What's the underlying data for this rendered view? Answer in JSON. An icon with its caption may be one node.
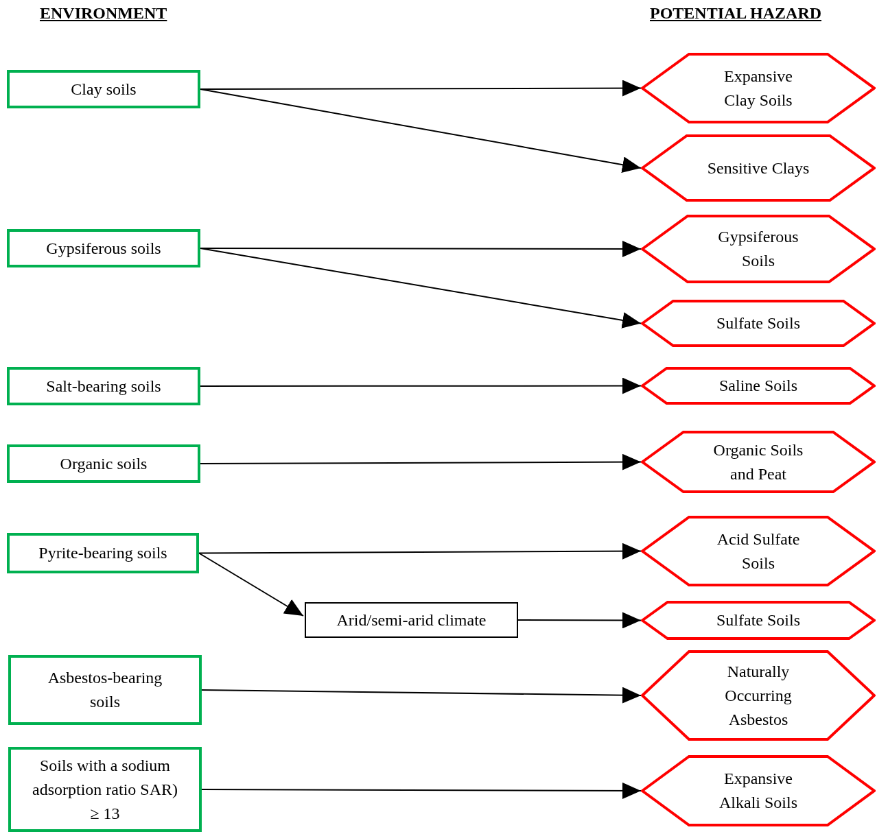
{
  "diagram": {
    "nodes": [
      {
        "text": [
          "Clay soils"
        ]
      },
      {
        "text": [
          "Gypsiferous soils"
        ]
      },
      {
        "text": [
          "Salt-bearing soils"
        ]
      },
      {
        "text": [
          "Organic soils"
        ]
      },
      {
        "text": [
          "Pyrite-bearing soils"
        ]
      },
      {
        "text": [
          "Arid/semi-arid climate"
        ]
      },
      {
        "text": [
          "Asbestos-bearing soils"
        ]
      },
      {
        "text": [
          "Soils with a sodium adsorption ratio SAR) ≥ 13"
        ]
      },
      {
        "text": [
          "Expansive Clay Soils"
        ]
      },
      {
        "text": [
          "Sensitive Clays"
        ]
      },
      {
        "text": [
          "Gypsiferous Soils"
        ]
      },
      {
        "text": [
          "Sulfate Soils"
        ]
      },
      {
        "text": [
          "Saline Soils"
        ]
      },
      {
        "text": [
          "Organic Soils and Peat"
        ]
      },
      {
        "text": [
          "Acid Sulfate Soils"
        ]
      },
      {
        "text": [
          "Sulfate Soils"
        ]
      },
      {
        "text": [
          "Naturally Occurring Asbestos"
        ]
      },
      {
        "text": [
          "Expansive Alkali Soils"
        ]
      }
    ],
    "edges": [
      {
        "from": 0,
        "to": 8,
        "arrow": "to"
      },
      {
        "from": 0,
        "to": 9,
        "arrow": "to"
      },
      {
        "from": 1,
        "to": 10,
        "arrow": "to"
      },
      {
        "from": 1,
        "to": 11,
        "arrow": "to"
      },
      {
        "from": 2,
        "to": 12,
        "arrow": "to"
      },
      {
        "from": 3,
        "to": 13,
        "arrow": "to"
      },
      {
        "from": 4,
        "to": 14,
        "arrow": "to"
      },
      {
        "from": 4,
        "to": 5,
        "arrow": "to"
      },
      {
        "from": 5,
        "to": 15,
        "arrow": "to"
      },
      {
        "from": 6,
        "to": 16,
        "arrow": "to"
      },
      {
        "from": 7,
        "to": 17,
        "arrow": "to"
      }
    ],
    "labels": [
      "ENVIRONMENT",
      "POTENTIAL HAZARD"
    ]
  }
}
